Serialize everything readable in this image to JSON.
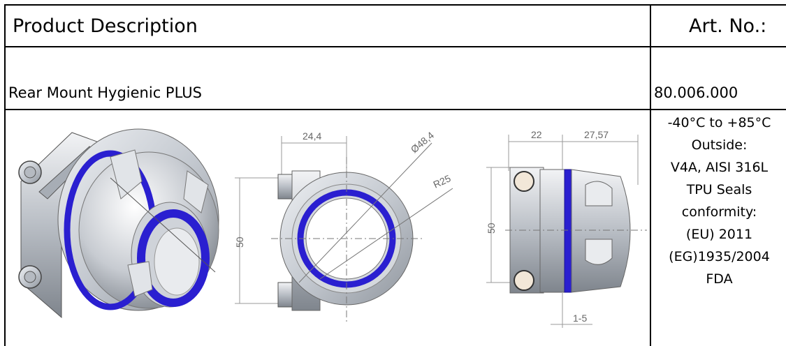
{
  "header": {
    "product_description_label": "Product Description",
    "art_no_label": "Art. No.:"
  },
  "product": {
    "name": "Rear Mount Hygienic PLUS",
    "art_no": "80.006.000"
  },
  "specs": [
    "-40°C to +85°C",
    "Outside:",
    "V4A, AISI 316L",
    "TPU Seals",
    "conformity:",
    "(EU) 2011",
    "(EG)1935/2004",
    "FDA"
  ],
  "dimensions": {
    "front_width": "24,4",
    "front_diameter": "Ø48,4",
    "front_radius": "R25",
    "front_height": "50",
    "side_height": "50",
    "side_flange": "22",
    "side_body": "27,57",
    "side_range": "1-5"
  },
  "colors": {
    "border": "#000000",
    "seal_blue": "#2a1fd0",
    "metal": "#c9cdd3"
  }
}
